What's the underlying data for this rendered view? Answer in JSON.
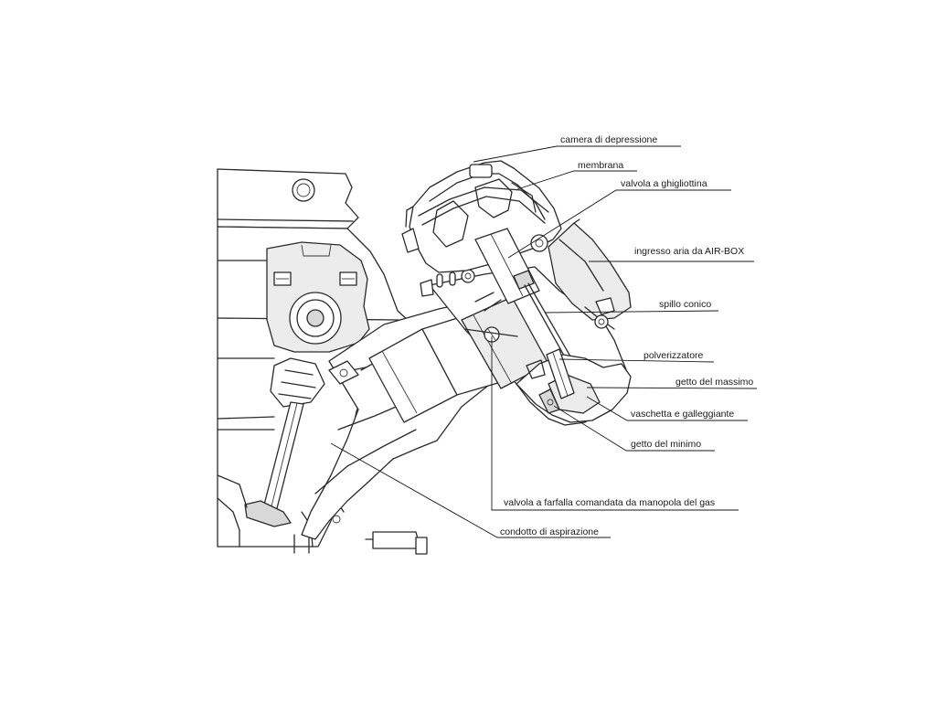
{
  "labels": {
    "camera_depressione": "camera di depressione",
    "membrana": "membrana",
    "valvola_ghigliottina": "valvola a ghigliottina",
    "ingresso_aria": "ingresso aria da AIR-BOX",
    "spillo_conico": "spillo conico",
    "polverizzatore": "polverizzatore",
    "getto_massimo": "getto del massimo",
    "vaschetta": "vaschetta e galleggiante",
    "getto_minimo": "getto del minimo",
    "valvola_farfalla": "valvola a farfalla comandata da manopola del gas",
    "condotto_aspirazione": "condotto di aspirazione"
  }
}
